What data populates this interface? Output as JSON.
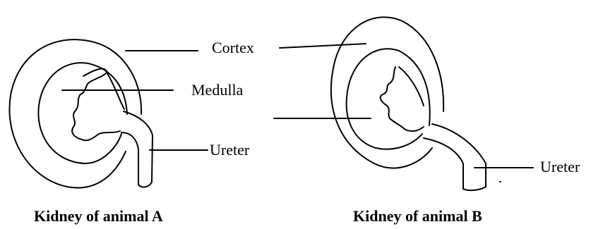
{
  "labels": {
    "cortex": "Cortex",
    "medulla": "Medulla",
    "ureter_a": "Ureter",
    "ureter_b": "Ureter"
  },
  "captions": {
    "kidney_a": "Kidney of animal A",
    "kidney_b": "Kidney of animal B"
  },
  "colors": {
    "line": "#000000",
    "background": "#ffffff"
  }
}
